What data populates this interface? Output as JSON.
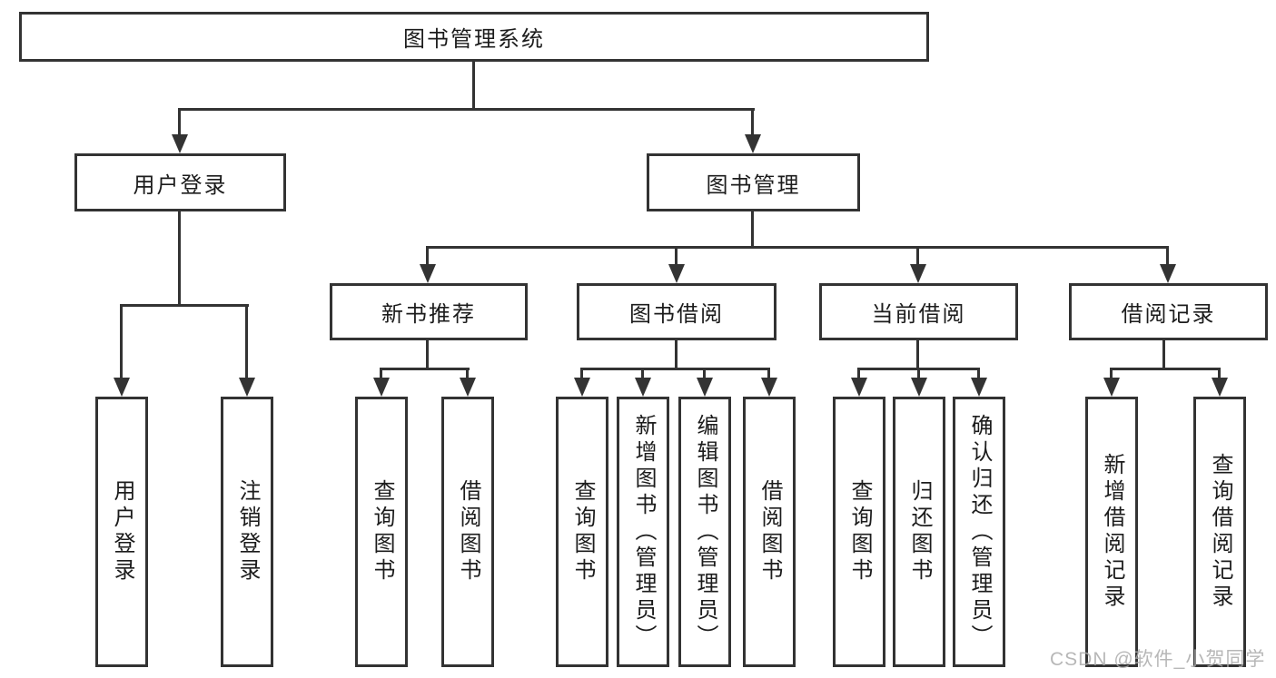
{
  "tree": {
    "root": "图书管理系统",
    "branches": [
      {
        "label": "用户登录",
        "leaves": [
          "用户登录",
          "注销登录"
        ]
      },
      {
        "label": "图书管理",
        "groups": [
          {
            "label": "新书推荐",
            "leaves": [
              "查询图书",
              "借阅图书"
            ]
          },
          {
            "label": "图书借阅",
            "leaves": [
              "查询图书",
              "新增图书（管理员）",
              "编辑图书（管理员）",
              "借阅图书"
            ]
          },
          {
            "label": "当前借阅",
            "leaves": [
              "查询图书",
              "归还图书",
              "确认归还（管理员）"
            ]
          },
          {
            "label": "借阅记录",
            "leaves": [
              "新增借阅记录",
              "查询借阅记录"
            ]
          }
        ]
      }
    ]
  },
  "watermark": {
    "text": "CSDN @软件_小贺同学"
  },
  "colors": {
    "line": "#333333",
    "text": "#1c1c1c",
    "watermark": "#ababab",
    "background": "#ffffff"
  }
}
